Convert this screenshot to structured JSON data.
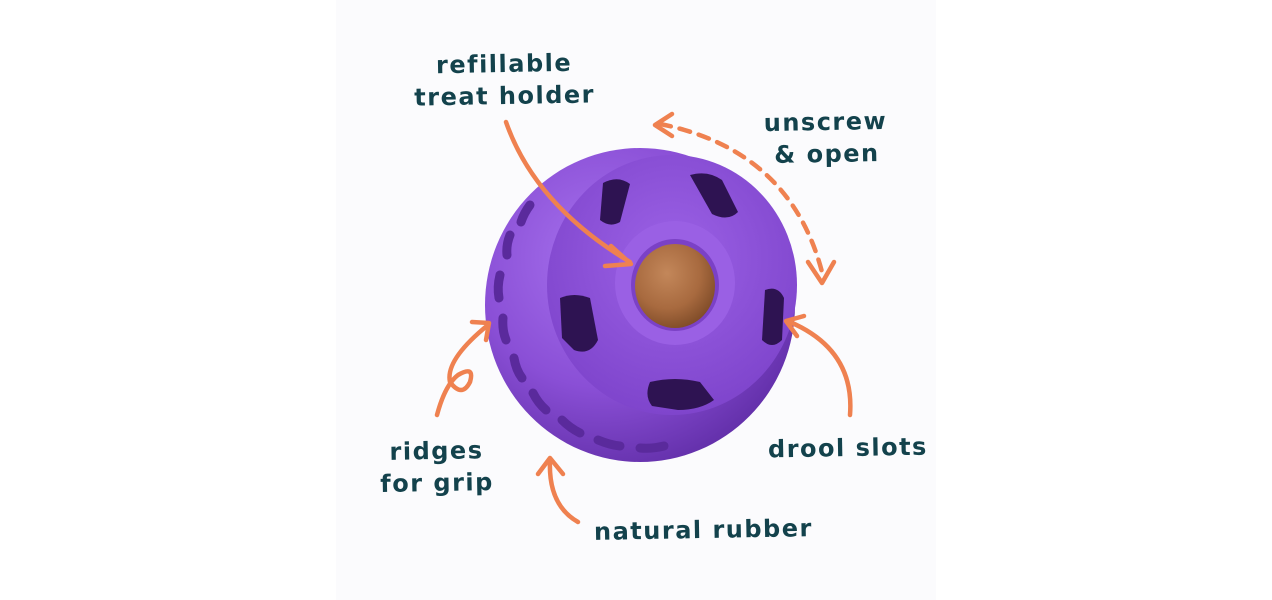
{
  "annotations": {
    "treat_holder": "refillable treat holder",
    "treat_holder_lines": [
      "refillable",
      "treat holder"
    ],
    "unscrew_lines": [
      "unscrew",
      "& open"
    ],
    "drool_slots": "drool slots",
    "ridges_lines": [
      "ridges",
      "for grip"
    ],
    "natural_rubber": "natural rubber"
  },
  "colors": {
    "background": "#ffffff",
    "panel": "#fbfbfd",
    "toy_purple": "#8a4fd6",
    "toy_purple_dark": "#6a34b5",
    "treat_brown": "#a86a3f",
    "arrow_orange": "#ef8150",
    "text_teal": "#13424c"
  }
}
